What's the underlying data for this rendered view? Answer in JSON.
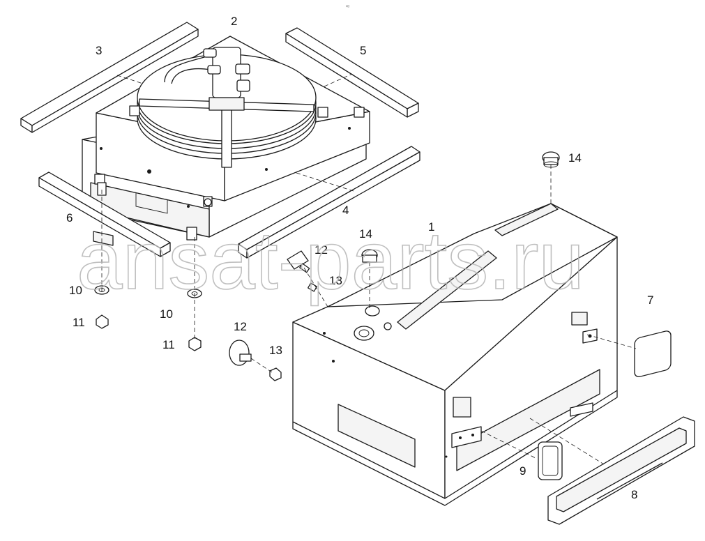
{
  "watermark": "ansat-parts.ru",
  "artifact_mark": "≈",
  "callouts": {
    "c1": "1",
    "c2": "2",
    "c3": "3",
    "c4": "4",
    "c5": "5",
    "c6": "6",
    "c7": "7",
    "c8": "8",
    "c9": "9",
    "c10a": "10",
    "c10b": "10",
    "c11a": "11",
    "c11b": "11",
    "c12a": "12",
    "c12b": "12",
    "c13a": "13",
    "c13b": "13",
    "c14a": "14",
    "c14b": "14"
  }
}
